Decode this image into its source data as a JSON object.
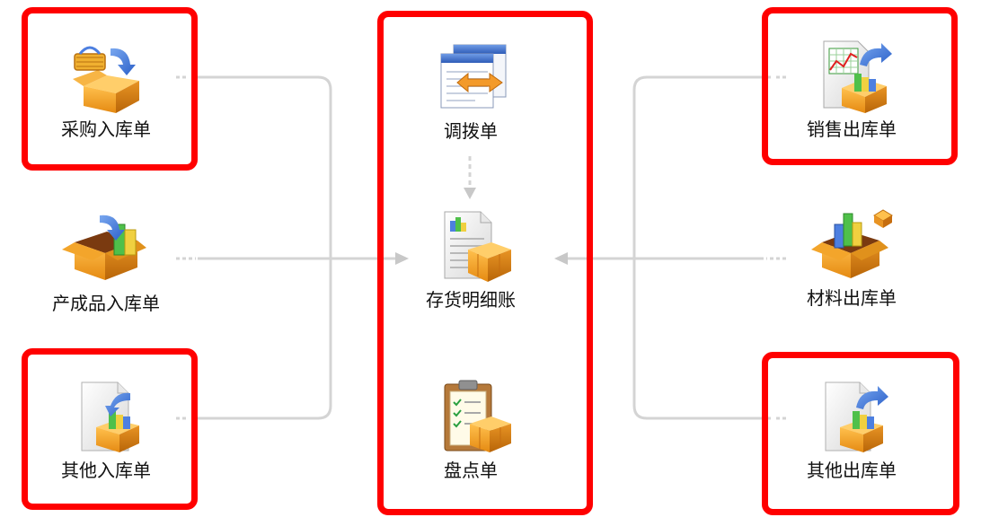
{
  "colors": {
    "connector": "#d4d4d4",
    "arrow": "#c8c8c8",
    "highlight": "#ff0000",
    "box_orange": "#f3a52b",
    "box_dark": "#c66d0f"
  },
  "nodes": {
    "purchase_in": {
      "label": "采购入库单",
      "icon": "basket-into-box-icon"
    },
    "product_in": {
      "label": "产成品入库单",
      "icon": "box-with-chart-icon"
    },
    "other_in": {
      "label": "其他入库单",
      "icon": "document-box-in-icon"
    },
    "transfer": {
      "label": "调拨单",
      "icon": "transfer-window-icon"
    },
    "ledger": {
      "label": "存货明细账",
      "icon": "ledger-box-icon"
    },
    "count": {
      "label": "盘点单",
      "icon": "clipboard-box-icon"
    },
    "sales_out": {
      "label": "销售出库单",
      "icon": "chart-doc-box-out-icon"
    },
    "material_out": {
      "label": "材料出库单",
      "icon": "box-with-bars-icon"
    },
    "other_out": {
      "label": "其他出库单",
      "icon": "document-box-out-icon"
    }
  }
}
